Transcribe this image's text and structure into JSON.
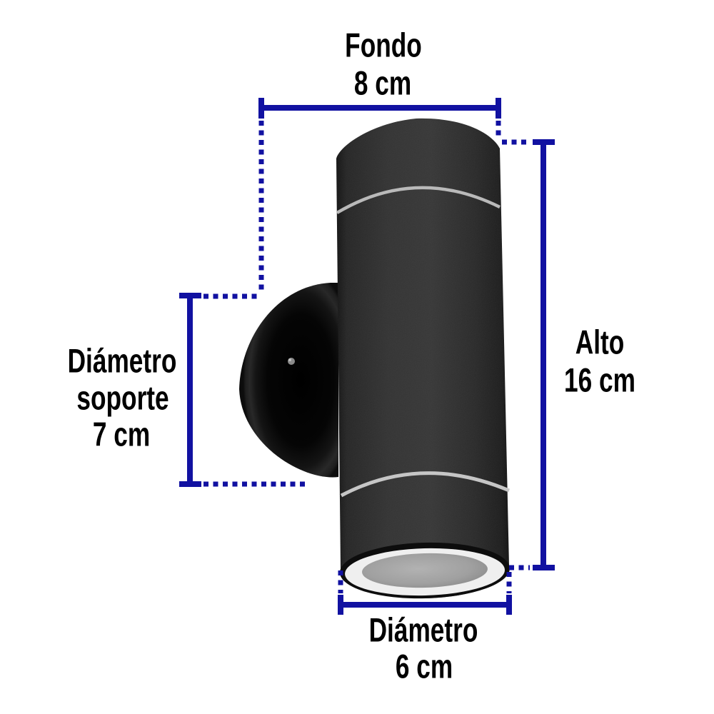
{
  "diagram": {
    "dimensions": {
      "fondo": {
        "label": "Fondo",
        "value": "8 cm"
      },
      "alto": {
        "label": "Alto",
        "value": "16 cm"
      },
      "soporte": {
        "label_line1": "Diámetro",
        "label_line2": "soporte",
        "value": "7 cm"
      },
      "diametro": {
        "label": "Diámetro",
        "value": "6 cm"
      }
    },
    "colors": {
      "dimension_line": "#1111A1",
      "label_text": "#000000",
      "lamp_body": "#2e2e2e",
      "lens_bezel": "#efefef",
      "lens_glass": "#a2a2a2"
    }
  }
}
